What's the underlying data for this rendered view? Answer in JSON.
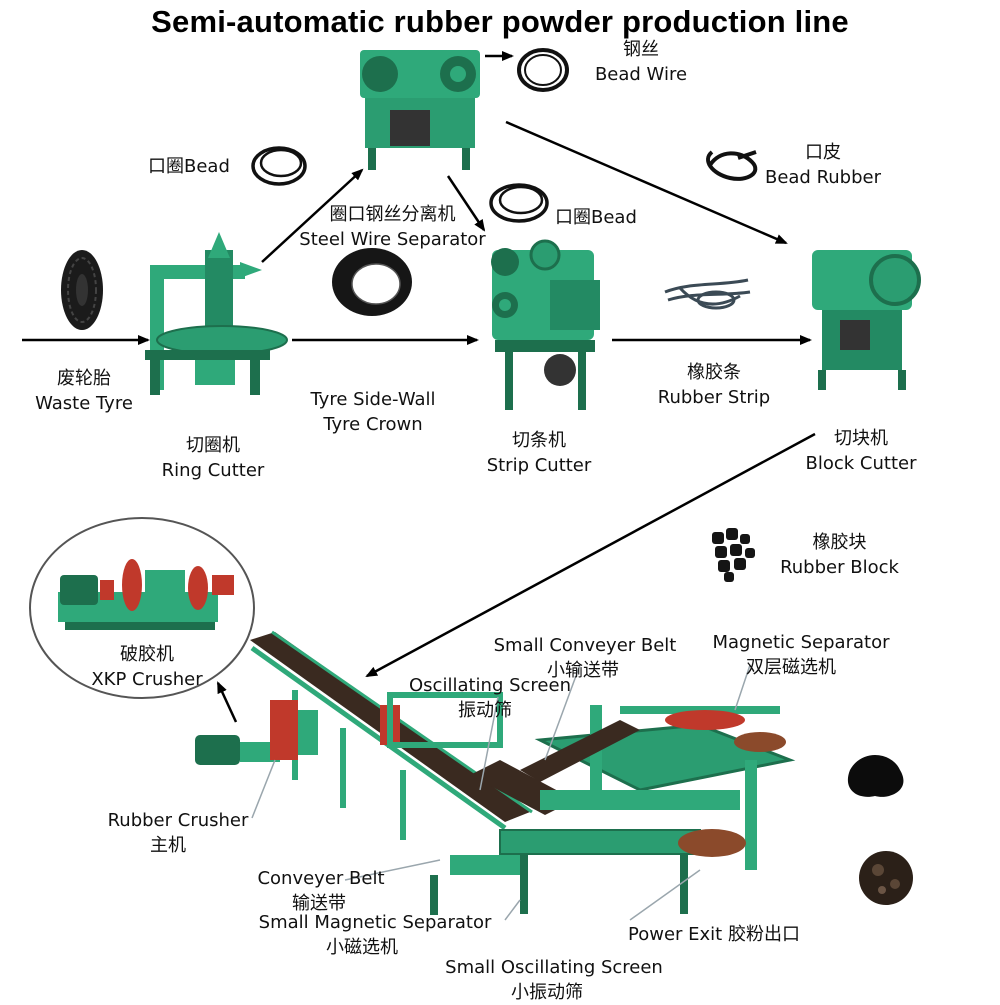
{
  "title": "Semi-automatic rubber powder production line",
  "colors": {
    "machine_green": "#2fa97a",
    "machine_dark": "#1d6f4d",
    "roller_red": "#c0392b",
    "conveyor_belt": "#3a2a20",
    "arrow": "#000000"
  },
  "nodes": {
    "waste_tyre": {
      "zh": "废轮胎",
      "en": "Waste Tyre"
    },
    "ring_cutter": {
      "zh": "切圈机",
      "en": "Ring Cutter"
    },
    "steel_wire_separator": {
      "zh": "圈口钢丝分离机",
      "en": "Steel Wire Separator"
    },
    "bead_wire": {
      "zh": "钢丝",
      "en": "Bead Wire"
    },
    "bead_left": {
      "zh": "口圈",
      "en": "Bead"
    },
    "bead_mid": {
      "zh": "口圈",
      "en": "Bead"
    },
    "bead_rubber": {
      "zh": "口皮",
      "en": "Bead Rubber"
    },
    "tyre_sidewall": {
      "line1": "Tyre Side-Wall",
      "line2": "Tyre Crown"
    },
    "strip_cutter": {
      "zh": "切条机",
      "en": "Strip Cutter"
    },
    "rubber_strip": {
      "zh": "橡胶条",
      "en": "Rubber Strip"
    },
    "block_cutter": {
      "zh": "切块机",
      "en": "Block Cutter"
    },
    "rubber_block": {
      "zh": "橡胶块",
      "en": "Rubber Block"
    },
    "xkp_crusher": {
      "zh": "破胶机",
      "en": "XKP Crusher"
    },
    "rubber_crusher": {
      "en": "Rubber Crusher",
      "zh": "主机"
    },
    "conveyer_belt": {
      "en": "Conveyer Belt",
      "zh": "输送带"
    },
    "small_magnetic_separator": {
      "en": "Small Magnetic Separator",
      "zh": "小磁选机"
    },
    "small_oscillating_screen": {
      "en": "Small Oscillating Screen",
      "zh": "小振动筛"
    },
    "oscillating_screen": {
      "en": "Oscillating Screen",
      "zh": "振动筛"
    },
    "small_conveyer_belt": {
      "en": "Small Conveyer Belt",
      "zh": "小输送带"
    },
    "magnetic_separator": {
      "en": "Magnetic Separator",
      "zh": "双层磁选机"
    },
    "power_exit": {
      "en": "Power Exit",
      "zh": "胶粉出口"
    }
  }
}
